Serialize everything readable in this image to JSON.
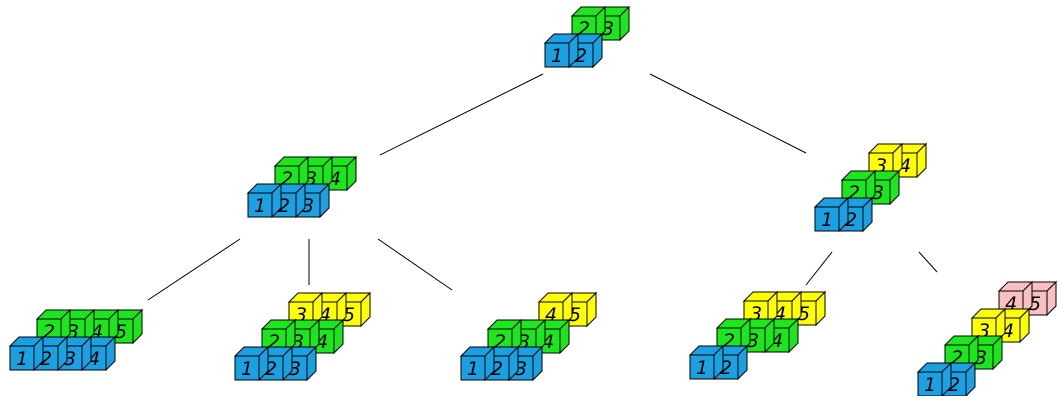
{
  "colors": {
    "row1": "#1ba1e2",
    "row2": "#1ee61e",
    "row3": "#ffff00",
    "row4": "#f8c0c0",
    "outline": "#000000",
    "edge": "#000000"
  },
  "nodes": [
    {
      "id": "root",
      "rows": [
        [
          "1",
          "2"
        ],
        [
          "2",
          "3"
        ]
      ]
    },
    {
      "id": "left",
      "rows": [
        [
          "1",
          "2",
          "3"
        ],
        [
          "2",
          "3",
          "4"
        ]
      ]
    },
    {
      "id": "right",
      "rows": [
        [
          "1",
          "2"
        ],
        [
          "2",
          "3"
        ],
        [
          "3",
          "4"
        ]
      ]
    },
    {
      "id": "ll",
      "rows": [
        [
          "1",
          "2",
          "3",
          "4"
        ],
        [
          "2",
          "3",
          "4",
          "5"
        ]
      ]
    },
    {
      "id": "lm",
      "rows": [
        [
          "1",
          "2",
          "3"
        ],
        [
          "2",
          "3",
          "4"
        ],
        [
          "3",
          "4",
          "5"
        ]
      ]
    },
    {
      "id": "lr",
      "rows": [
        [
          "1",
          "2",
          "3"
        ],
        [
          "2",
          "3",
          "4"
        ],
        [
          "4",
          "5"
        ]
      ]
    },
    {
      "id": "rl",
      "rows": [
        [
          "1",
          "2"
        ],
        [
          "2",
          "3",
          "4"
        ],
        [
          "3",
          "4",
          "5"
        ]
      ]
    },
    {
      "id": "rr",
      "rows": [
        [
          "1",
          "2"
        ],
        [
          "2",
          "3"
        ],
        [
          "3",
          "4"
        ],
        [
          "4",
          "5"
        ]
      ]
    }
  ],
  "edges": [
    {
      "from": "root",
      "to": "left"
    },
    {
      "from": "root",
      "to": "right"
    },
    {
      "from": "left",
      "to": "ll"
    },
    {
      "from": "left",
      "to": "lm"
    },
    {
      "from": "left",
      "to": "lr"
    },
    {
      "from": "right",
      "to": "rl"
    },
    {
      "from": "right",
      "to": "rr"
    }
  ]
}
